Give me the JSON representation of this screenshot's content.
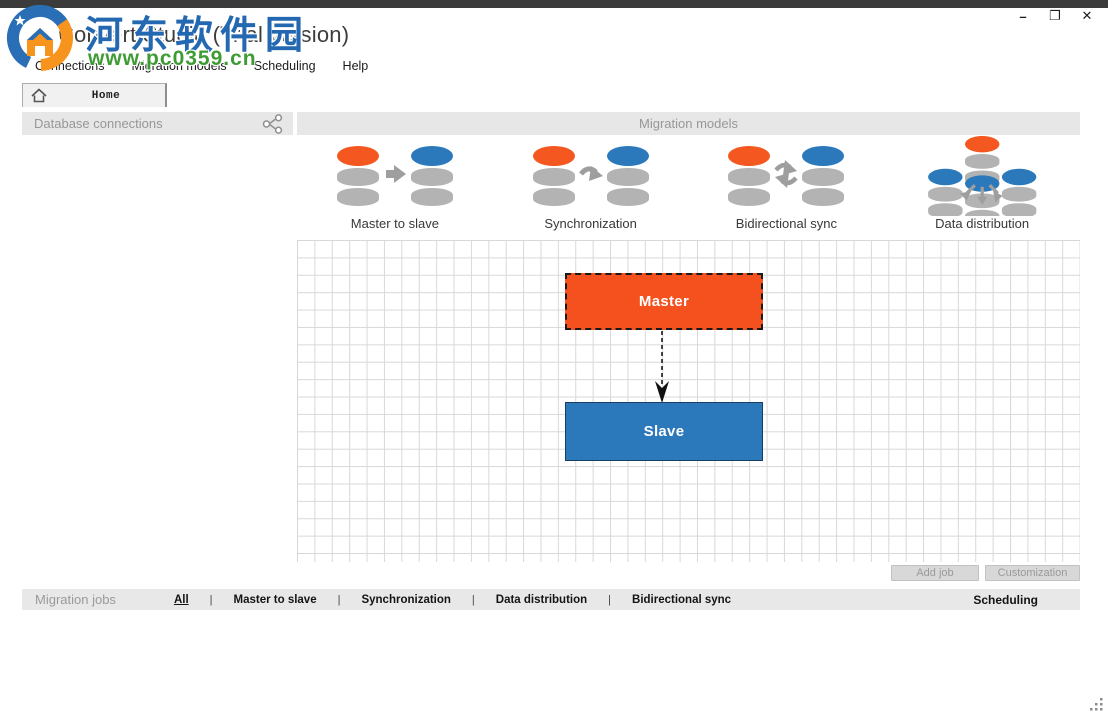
{
  "window": {
    "title": "DBConvert Studio (Trial version)",
    "controls": {
      "minimize": "–",
      "maximize": "❐",
      "close": "✕"
    }
  },
  "watermark": {
    "site_name": "河东软件园",
    "site_url": "www.pc0359.cn"
  },
  "menu": {
    "items": [
      "Connections",
      "Migration models",
      "Scheduling",
      "Help"
    ]
  },
  "tabs": [
    {
      "label": "Home"
    }
  ],
  "panels": {
    "left": {
      "title": "Database connections"
    },
    "right": {
      "title": "Migration models"
    }
  },
  "models": [
    {
      "label": "Master to slave"
    },
    {
      "label": "Synchronization"
    },
    {
      "label": "Bidirectional sync"
    },
    {
      "label": "Data distribution"
    }
  ],
  "diagram": {
    "master_label": "Master",
    "slave_label": "Slave",
    "master_color": "#f4511e",
    "slave_color": "#2b78ba",
    "connection": "dashed-arrow-master-to-slave"
  },
  "buttons": {
    "add_job": "Add job",
    "customization": "Customization"
  },
  "jobs_bar": {
    "title": "Migration jobs",
    "filters": [
      "All",
      "Master to slave",
      "Synchronization",
      "Data distribution",
      "Bidirectional sync"
    ],
    "active_filter": "All",
    "separator": "|",
    "right_link": "Scheduling"
  },
  "colors": {
    "titlebar_strip": "#3b3b3b",
    "header_bg": "#e7e7e7",
    "accent_orange": "#f4511e",
    "accent_blue": "#2b78ba",
    "db_gray": "#b3b3b3",
    "grid_line": "#d8d8d8",
    "watermark_blue": "#2468b2",
    "watermark_green": "#3f9c35"
  }
}
